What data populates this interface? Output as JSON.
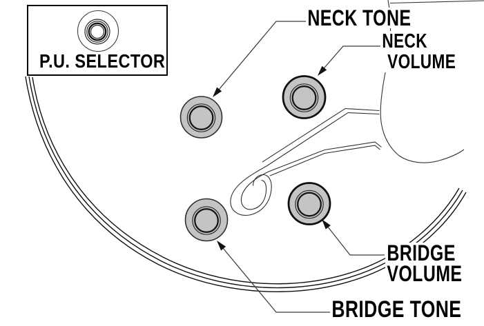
{
  "diagram_title": "guitar-controls-diagram",
  "pu_selector": {
    "label": "P.U. SELECTOR"
  },
  "callouts": {
    "neck_tone": {
      "label": "NECK TONE"
    },
    "neck_volume": {
      "line1": "NECK",
      "line2": "VOLUME"
    },
    "bridge_volume": {
      "line1": "BRIDGE",
      "line2": "VOLUME"
    },
    "bridge_tone": {
      "label": "BRIDGE TONE"
    }
  },
  "knobs": {
    "neck_tone_id": "neck-tone-knob",
    "neck_volume_id": "neck-volume-knob",
    "bridge_tone_id": "bridge-tone-knob",
    "bridge_volume_id": "bridge-volume-knob"
  },
  "colors": {
    "knob_fill": "#c4c4c4",
    "line": "#111111",
    "pointer": "#3a3a3a",
    "text": "#000000"
  }
}
